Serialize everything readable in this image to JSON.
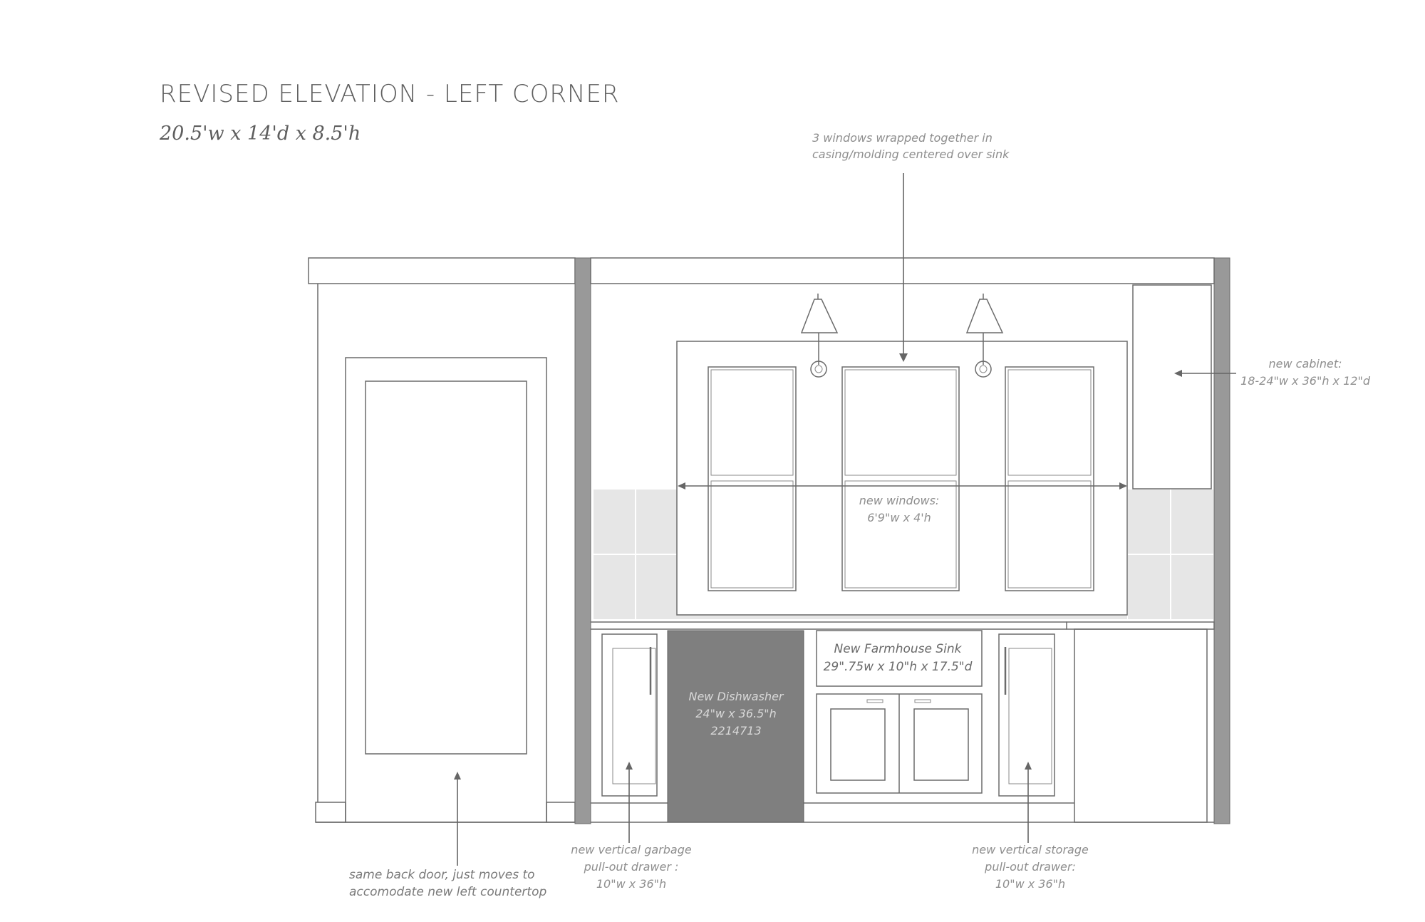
{
  "heading": {
    "title": "REVISED ELEVATION - LEFT CORNER",
    "dimensions": "20.5'w x 14'd x 8.5'h"
  },
  "colors": {
    "line": "#6b6b6b",
    "wall_post": "#999999",
    "dishwasher": "#7f7f7f",
    "tile": "#e6e6e6",
    "sink_panel": "#f3f3f3",
    "annotation": "#8e8e8e"
  },
  "annotations": {
    "windows_casing": [
      "3 windows wrapped together in",
      "casing/molding centered over sink"
    ],
    "new_windows": [
      "new windows:",
      "6'9\"w x 4'h"
    ],
    "new_cabinet": [
      "new cabinet:",
      "18-24\"w x 36\"h x 12\"d"
    ],
    "sink": [
      "New Farmhouse Sink",
      "29\".75w x 10\"h x 17.5\"d"
    ],
    "dishwasher": [
      "New Dishwasher",
      "24\"w x 36.5\"h",
      "2214713"
    ],
    "back_door": [
      "same back door, just moves to",
      "accomodate new left countertop"
    ],
    "garbage_drawer": [
      "new vertical garbage",
      "pull-out drawer :",
      "10\"w x 36\"h"
    ],
    "storage_drawer": [
      "new vertical storage",
      "pull-out drawer:",
      "10\"w x 36\"h"
    ]
  }
}
